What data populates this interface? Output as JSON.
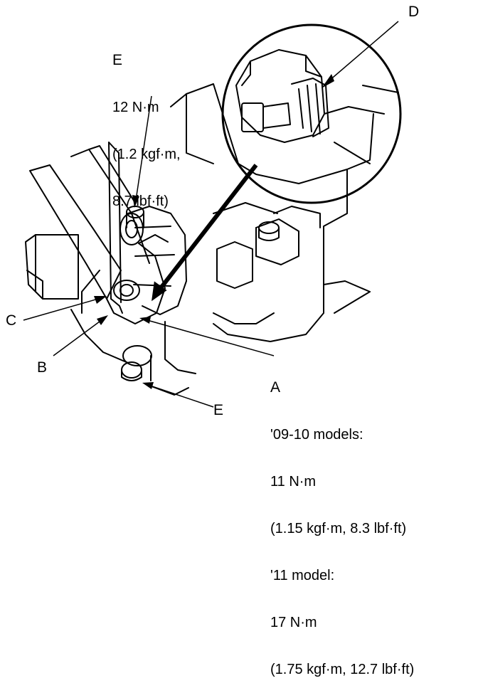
{
  "callouts": {
    "D": "D",
    "C": "C",
    "B": "B",
    "E_bottom": "E",
    "E_top": {
      "letter": "E",
      "torque": [
        "12 N·m",
        "(1.2 kgf·m,",
        "8.7 lbf·ft)"
      ]
    },
    "A": {
      "letter": "A",
      "specs": [
        "'09-10 models:",
        "11 N·m",
        "(1.15 kgf·m, 8.3 lbf·ft)",
        "'11 model:",
        "17 N·m",
        "(1.75 kgf·m, 12.7 lbf·ft)"
      ]
    }
  }
}
